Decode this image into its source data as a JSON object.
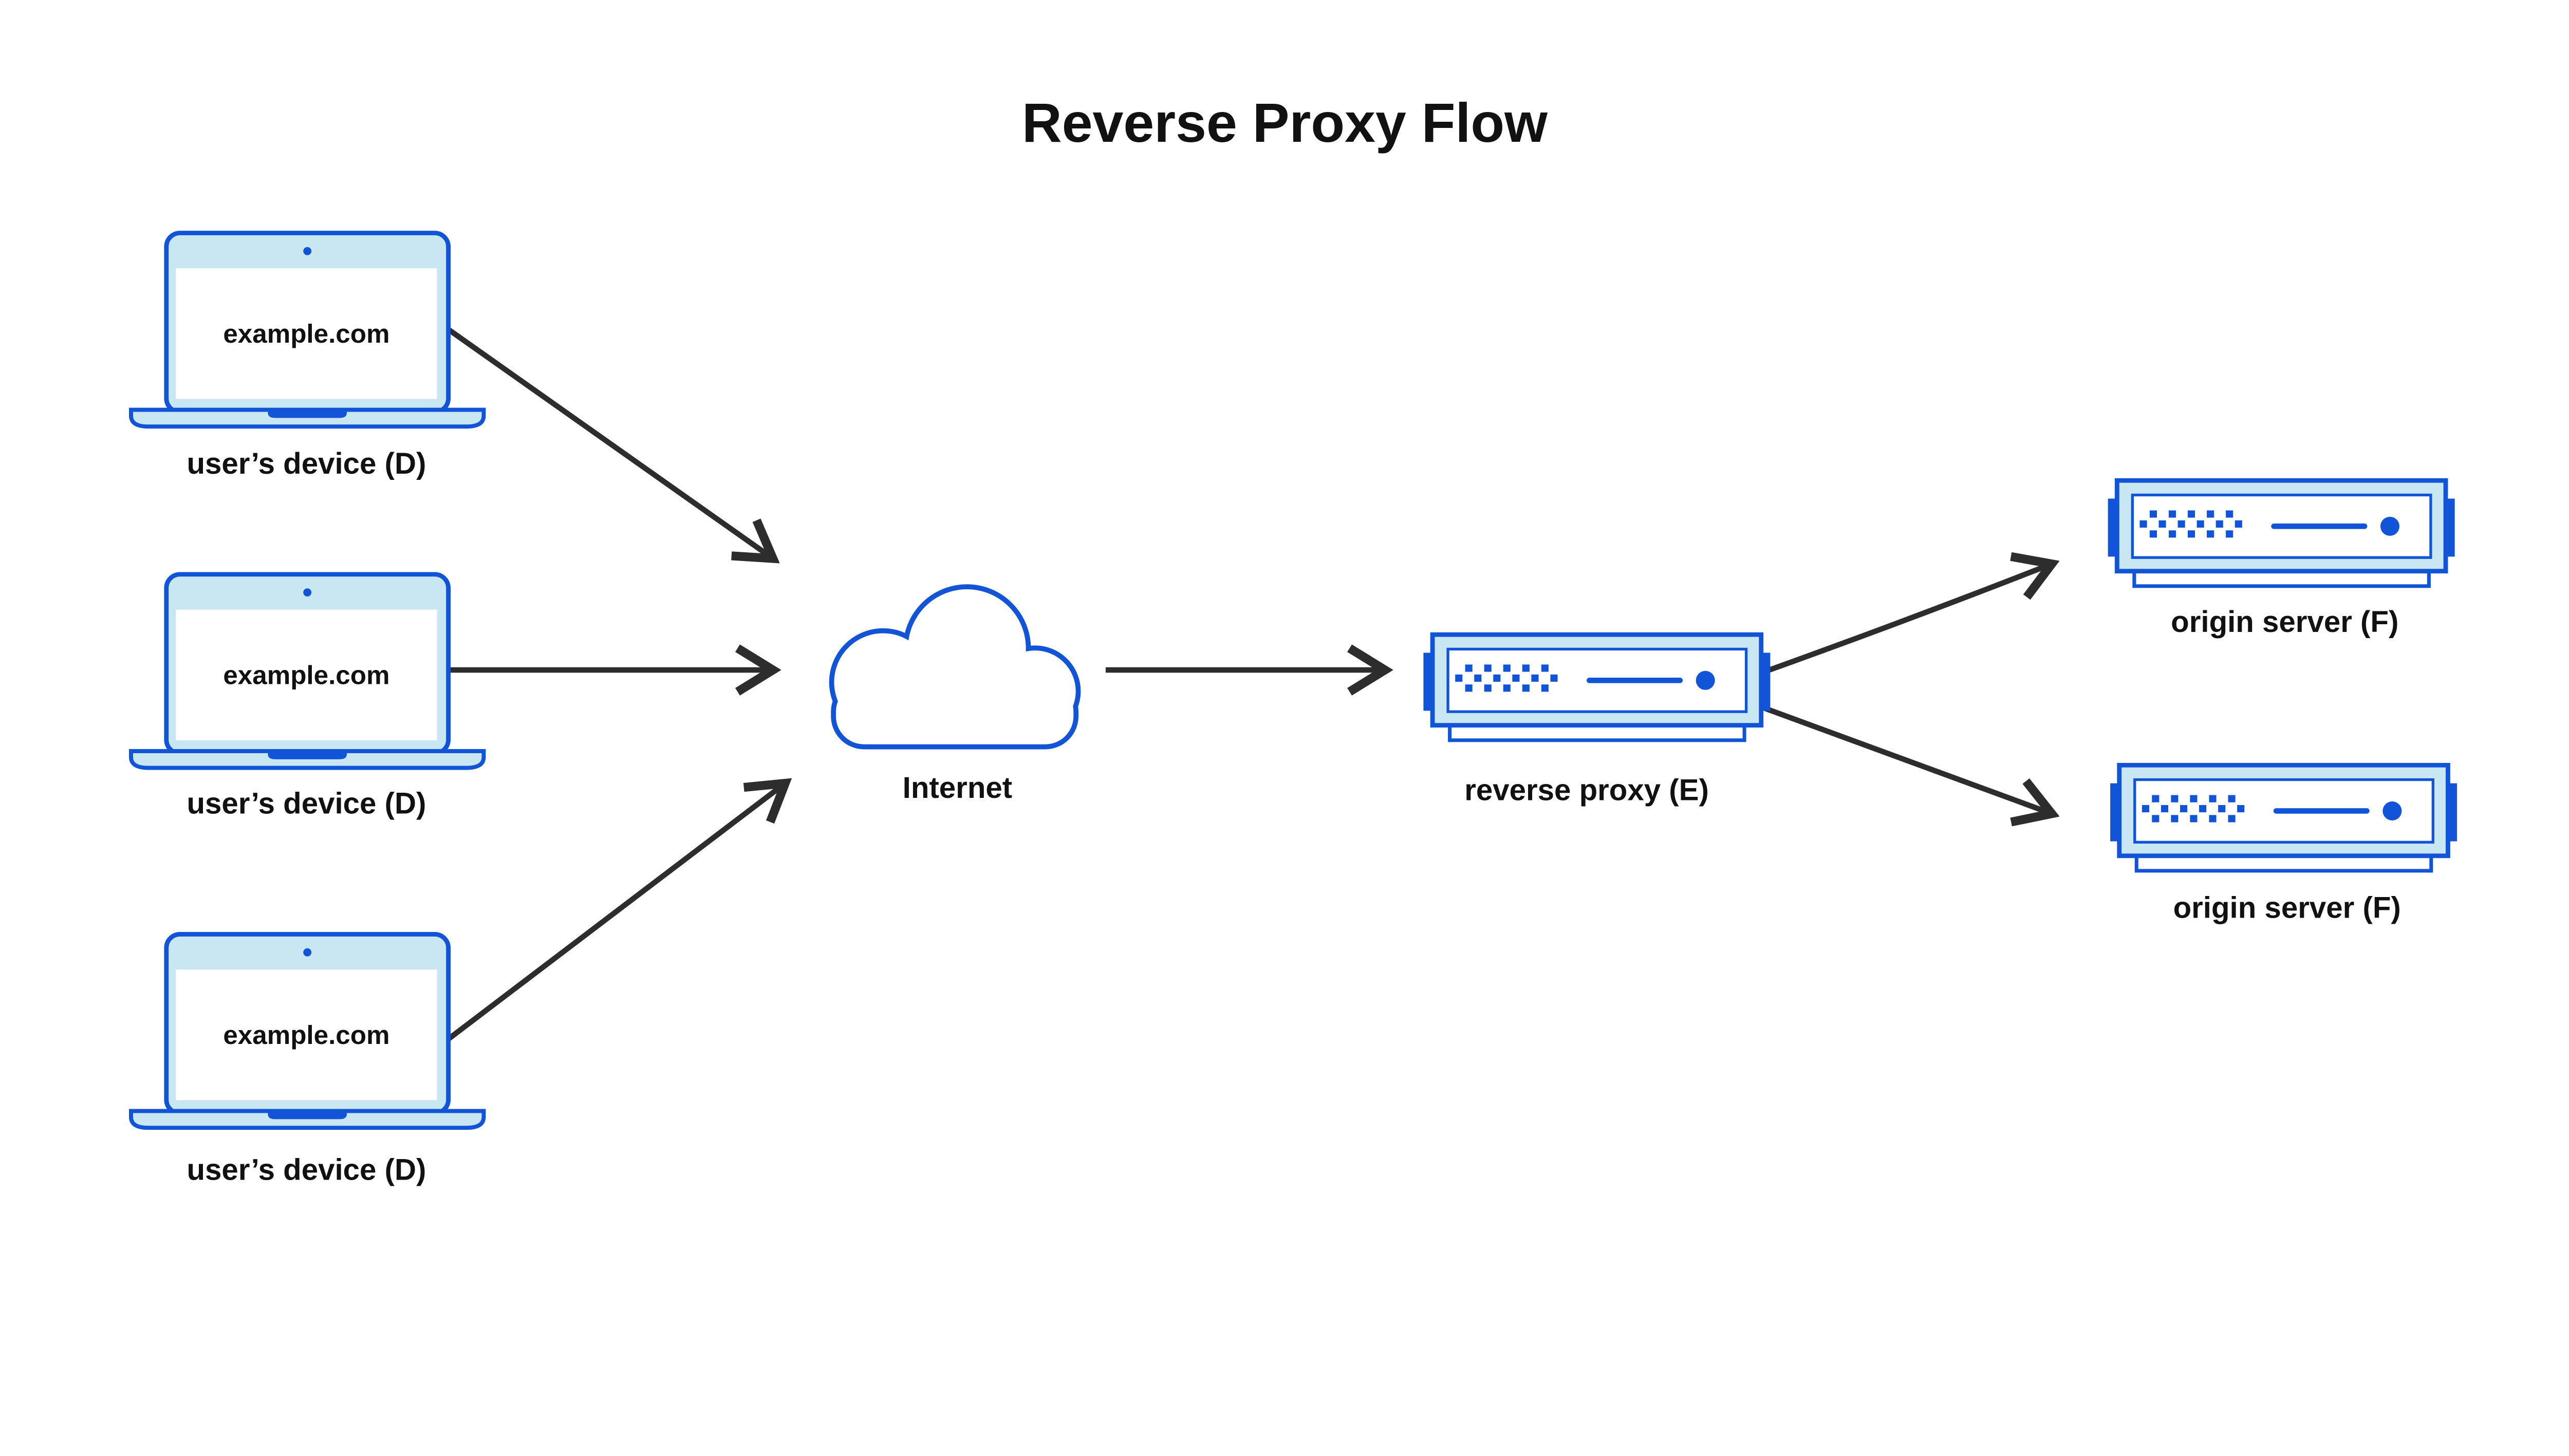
{
  "title": "Reverse Proxy Flow",
  "colors": {
    "accent_blue": "#1254d8",
    "light_blue": "#c9e6f3",
    "arrow_dark": "#2d2d2d",
    "text_dark": "#111111",
    "canvas_bg": "#ffffff"
  },
  "nodes": {
    "devices": [
      {
        "screen_text": "example.com",
        "label": "user’s device (D)"
      },
      {
        "screen_text": "example.com",
        "label": "user’s device (D)"
      },
      {
        "screen_text": "example.com",
        "label": "user’s device (D)"
      }
    ],
    "internet": {
      "label": "Internet"
    },
    "reverse_proxy": {
      "label": "reverse proxy (E)"
    },
    "origin_servers": [
      {
        "label": "origin server (F)"
      },
      {
        "label": "origin server (F)"
      }
    ]
  },
  "icons": {
    "device": "laptop-icon",
    "internet": "cloud-icon",
    "reverse_proxy": "rack-server-icon",
    "origin_server": "rack-server-icon"
  },
  "edges": [
    {
      "from": "user's device (D) #1",
      "to": "Internet"
    },
    {
      "from": "user's device (D) #2",
      "to": "Internet"
    },
    {
      "from": "user's device (D) #3",
      "to": "Internet"
    },
    {
      "from": "Internet",
      "to": "reverse proxy (E)"
    },
    {
      "from": "reverse proxy (E)",
      "to": "origin server (F) #1"
    },
    {
      "from": "reverse proxy (E)",
      "to": "origin server (F) #2"
    }
  ]
}
